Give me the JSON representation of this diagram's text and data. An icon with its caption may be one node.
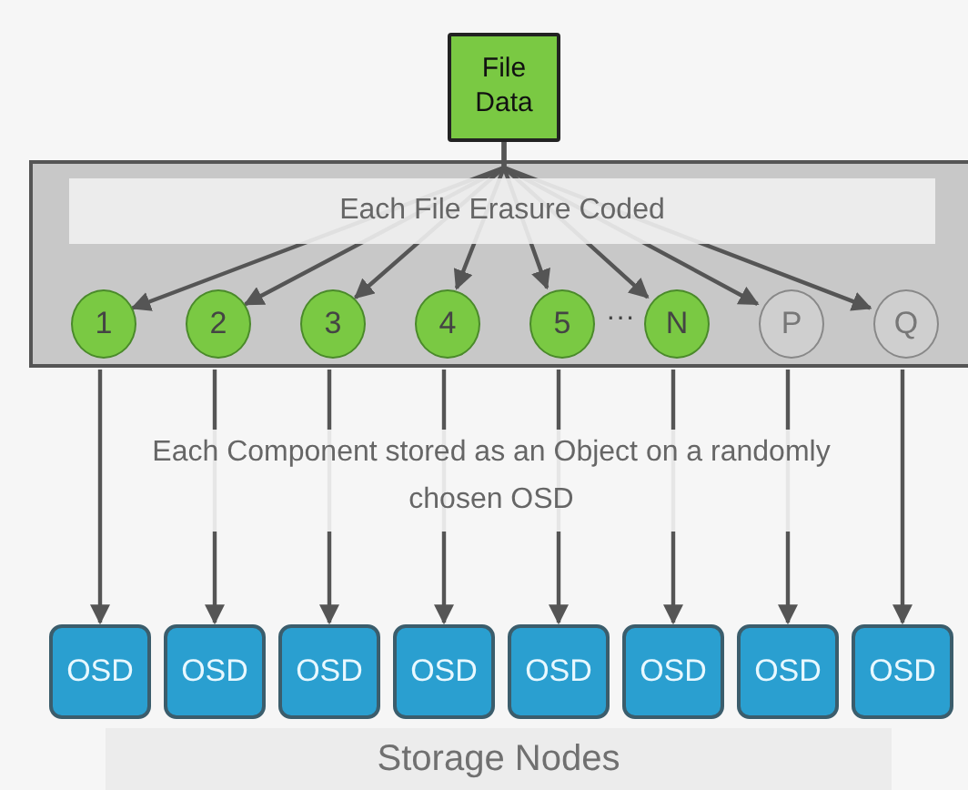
{
  "diagram": {
    "nodes": [
      {
        "text": [
          "File Data"
        ]
      },
      {
        "text": [
          "Each File Erasure Coded"
        ]
      },
      {
        "text": [
          "1"
        ],
        "in": 1
      },
      {
        "text": [
          "2"
        ],
        "in": 1
      },
      {
        "text": [
          "3"
        ],
        "in": 1
      },
      {
        "text": [
          "4"
        ],
        "in": 1
      },
      {
        "text": [
          "5"
        ],
        "in": 1
      },
      {
        "text": [
          "N"
        ],
        "in": 1
      },
      {
        "text": [
          "P"
        ],
        "in": 1
      },
      {
        "text": [
          "Q"
        ],
        "in": 1
      },
      {
        "text": [
          "OSD"
        ]
      },
      {
        "text": [
          "OSD"
        ]
      },
      {
        "text": [
          "OSD"
        ]
      },
      {
        "text": [
          "OSD"
        ]
      },
      {
        "text": [
          "OSD"
        ]
      },
      {
        "text": [
          "OSD"
        ]
      },
      {
        "text": [
          "OSD"
        ]
      },
      {
        "text": [
          "OSD"
        ]
      }
    ],
    "edges": [
      {
        "from": 0,
        "to": 2,
        "arrow": "to"
      },
      {
        "from": 0,
        "to": 3,
        "arrow": "to"
      },
      {
        "from": 0,
        "to": 4,
        "arrow": "to"
      },
      {
        "from": 0,
        "to": 5,
        "arrow": "to"
      },
      {
        "from": 0,
        "to": 6,
        "arrow": "to"
      },
      {
        "from": 0,
        "to": 7,
        "arrow": "to"
      },
      {
        "from": 0,
        "to": 8,
        "arrow": "to"
      },
      {
        "from": 0,
        "to": 9,
        "arrow": "to"
      },
      {
        "from": 2,
        "to": 10,
        "arrow": "to"
      },
      {
        "from": 3,
        "to": 11,
        "arrow": "to"
      },
      {
        "from": 4,
        "to": 12,
        "arrow": "to"
      },
      {
        "from": 5,
        "to": 13,
        "arrow": "to"
      },
      {
        "from": 6,
        "to": 14,
        "arrow": "to"
      },
      {
        "from": 7,
        "to": 15,
        "arrow": "to"
      },
      {
        "from": 8,
        "to": 16,
        "arrow": "to"
      },
      {
        "from": 9,
        "to": 17,
        "arrow": "to"
      }
    ],
    "labels": [
      "···",
      "Each Component stored as an Object on a randomly chosen OSD",
      "Storage Nodes"
    ]
  }
}
